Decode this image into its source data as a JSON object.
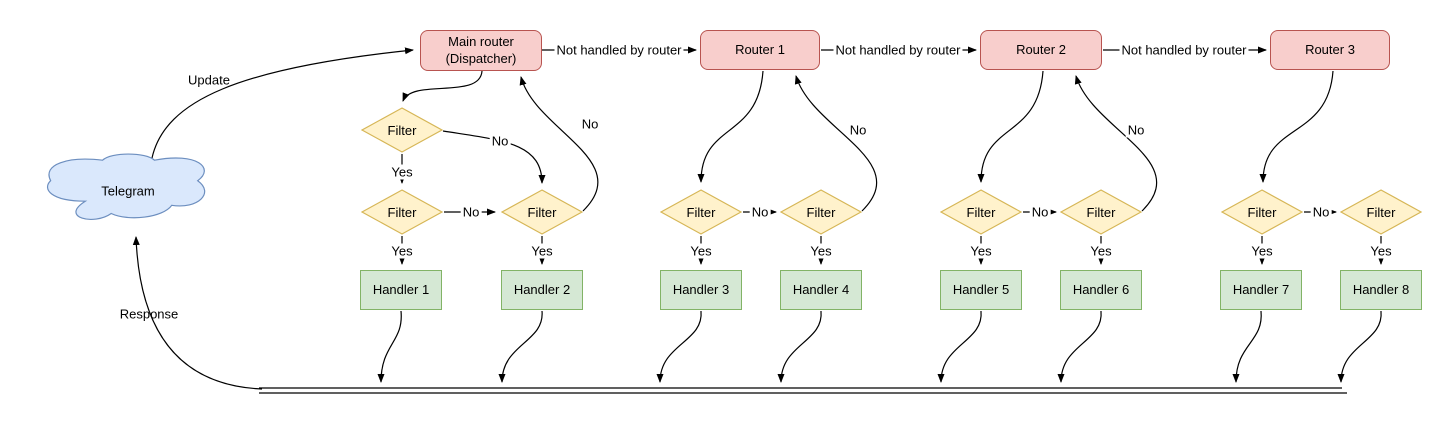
{
  "diagram": {
    "cloud": {
      "label": "Telegram"
    },
    "edge_labels": {
      "update": "Update",
      "response": "Response",
      "not_handled": "Not handled by router",
      "yes": "Yes",
      "no": "No"
    },
    "routers": [
      {
        "line1": "Main router",
        "line2": "(Dispatcher)"
      },
      {
        "line1": "Router 1"
      },
      {
        "line1": "Router 2"
      },
      {
        "line1": "Router 3"
      }
    ],
    "filter_label": "Filter",
    "handlers": [
      {
        "label": "Handler 1"
      },
      {
        "label": "Handler 2"
      },
      {
        "label": "Handler 3"
      },
      {
        "label": "Handler 4"
      },
      {
        "label": "Handler 5"
      },
      {
        "label": "Handler 6"
      },
      {
        "label": "Handler 7"
      },
      {
        "label": "Handler 8"
      }
    ],
    "colors": {
      "cloud_fill": "#dae8fc",
      "cloud_stroke": "#6c8ebf",
      "router_fill": "#f8cecc",
      "router_stroke": "#b85450",
      "filter_fill": "#fff2cc",
      "filter_stroke": "#d6b656",
      "handler_fill": "#d5e8d4",
      "handler_stroke": "#82b366",
      "edge_stroke": "#000000"
    }
  }
}
